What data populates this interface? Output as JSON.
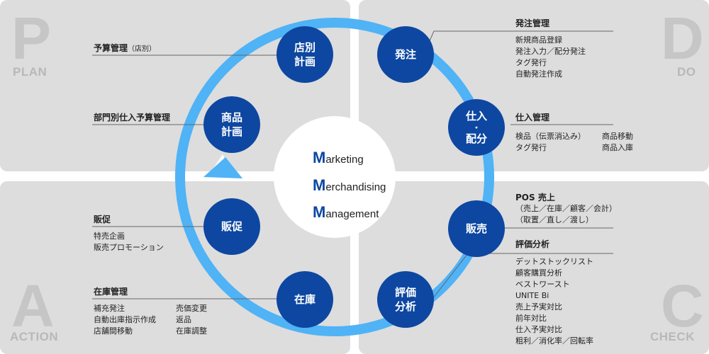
{
  "quadrants": {
    "plan": {
      "letter": "P",
      "word": "PLAN"
    },
    "do": {
      "letter": "D",
      "word": "DO"
    },
    "action": {
      "letter": "A",
      "word": "ACTION"
    },
    "check": {
      "letter": "C",
      "word": "CHECK"
    }
  },
  "colors": {
    "node": "#0d47a1",
    "ring": "#4fb3f6",
    "panel": "#dddddd",
    "connector": "#666666"
  },
  "center": {
    "rows": [
      {
        "cap": "M",
        "rest": "arketing"
      },
      {
        "cap": "M",
        "rest": "erchandising"
      },
      {
        "cap": "M",
        "rest": "anagement"
      }
    ]
  },
  "nodes": {
    "store_plan": [
      "店別",
      "計画"
    ],
    "order": [
      "発注"
    ],
    "receiving": [
      "仕入",
      "・",
      "配分"
    ],
    "sales": [
      "販売"
    ],
    "evaluation": [
      "評価",
      "分析"
    ],
    "inventory": [
      "在庫"
    ],
    "promotion": [
      "販促"
    ],
    "merch_plan": [
      "商品",
      "計画"
    ]
  },
  "plan": {
    "budget": {
      "title": "予算管理",
      "sub": "（店別）"
    },
    "dept_budget": {
      "title": "部門別仕入予算管理"
    }
  },
  "do": {
    "order_mgmt": {
      "title": "発注管理",
      "items": [
        "新規商品登録",
        "発注入力／配分発注",
        "タグ発行",
        "自動発注作成"
      ]
    },
    "receiving_mgmt": {
      "title": "仕入管理",
      "col1": [
        "検品（伝票消込み）",
        "タグ発行"
      ],
      "col2": [
        "商品移動",
        "商品入庫"
      ]
    }
  },
  "check": {
    "pos": {
      "title": "POS 売上",
      "items": [
        "（売上／在庫／顧客／会計）",
        "（取置／直し／渡し）"
      ]
    },
    "analysis": {
      "title": "評価分析",
      "items": [
        "デットストックリスト",
        "顧客購買分析",
        "ベストワースト",
        "UNITE Bi",
        "売上予実対比",
        "前年対比",
        "仕入予実対比",
        "粗利／消化率／回転率"
      ]
    }
  },
  "action": {
    "promo": {
      "title": "販促",
      "items": [
        "特売企画",
        "販売プロモーション"
      ]
    },
    "inventory_mgmt": {
      "title": "在庫管理",
      "col1": [
        "補充発注",
        "自動出庫指示作成",
        "店舗間移動"
      ],
      "col2": [
        "売価変更",
        "返品",
        "在庫調整"
      ]
    }
  }
}
